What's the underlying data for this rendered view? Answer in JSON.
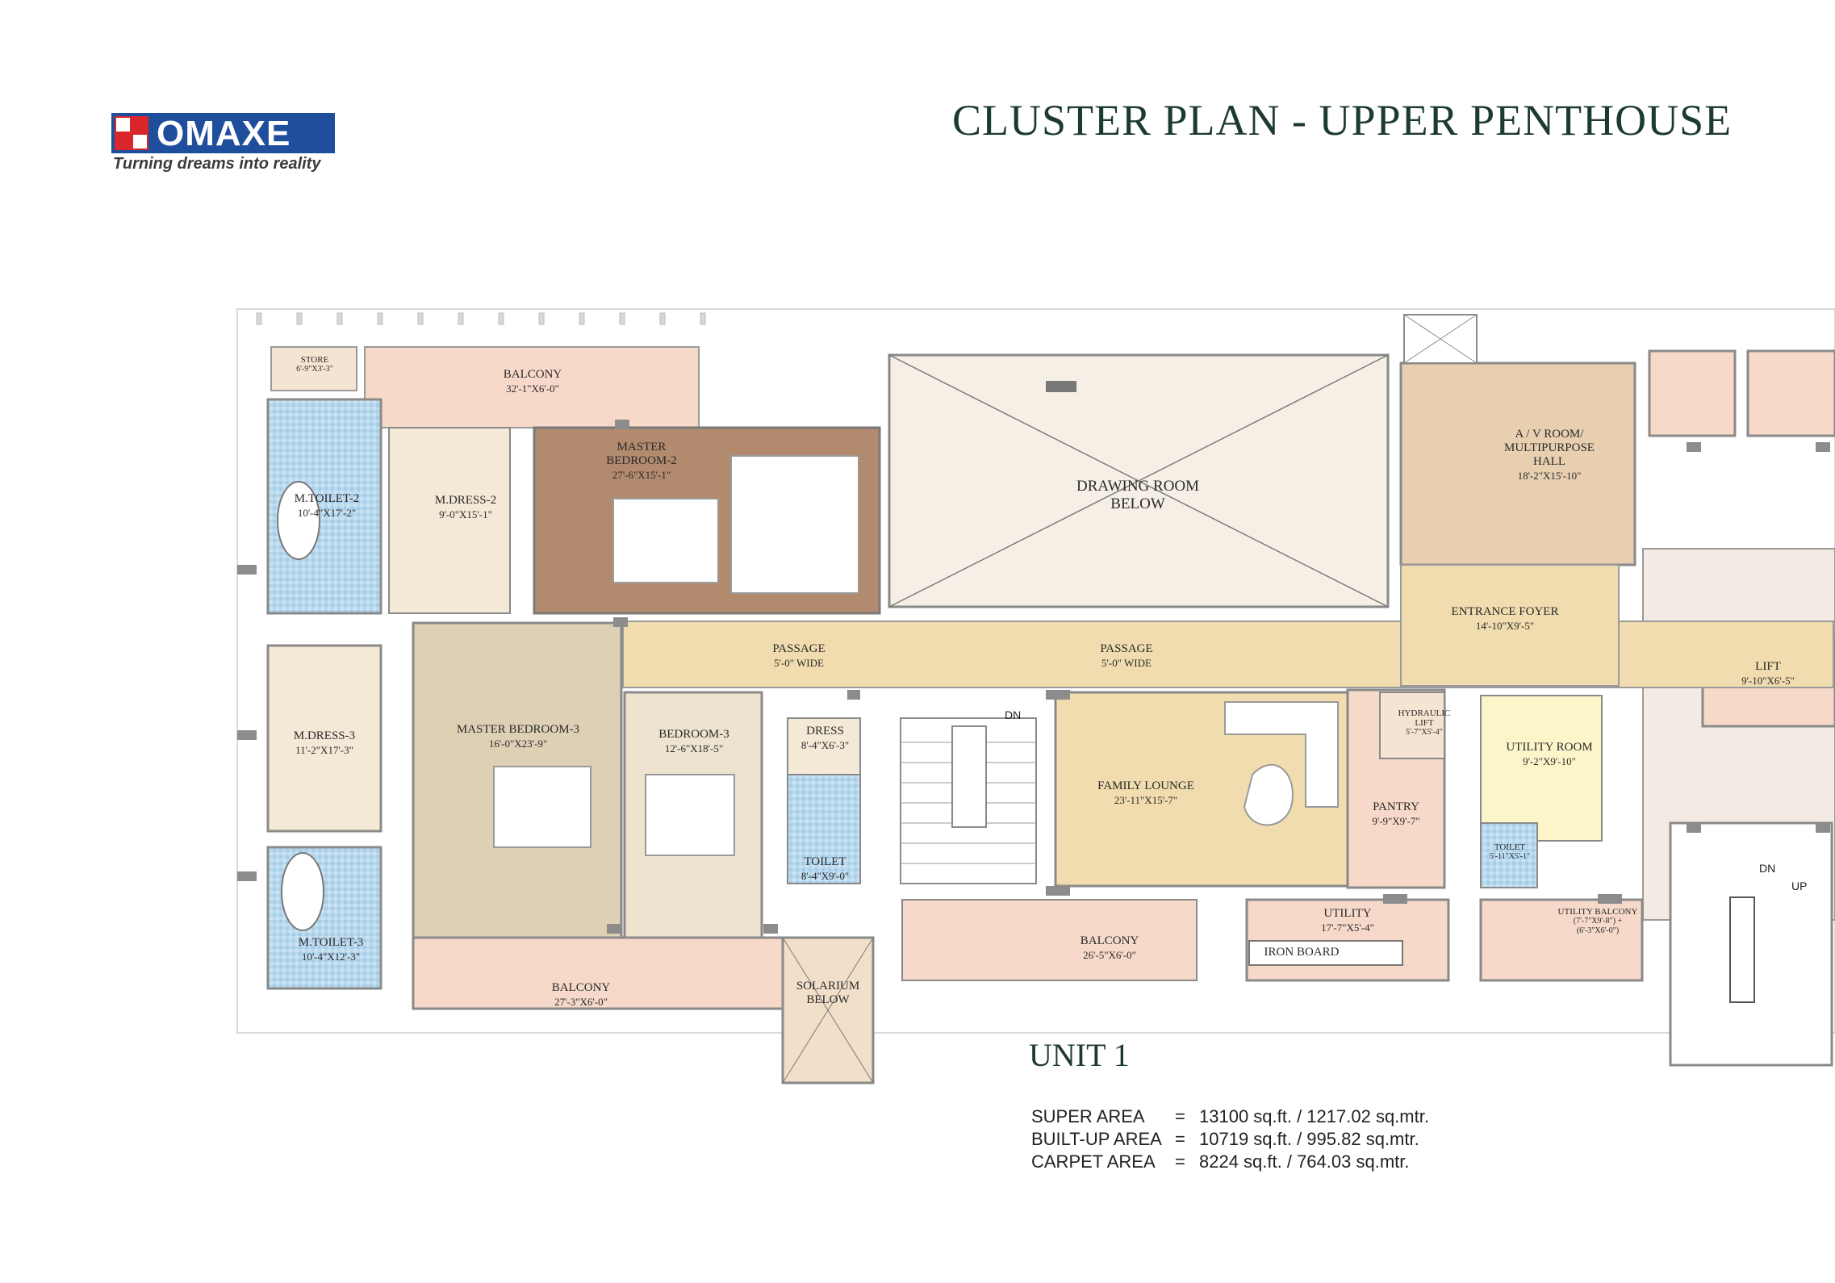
{
  "logo": {
    "wordmark": "OMAXE",
    "tagline": "Turning dreams into reality"
  },
  "title": "CLUSTER PLAN - UPPER PENTHOUSE",
  "rooms": {
    "store": {
      "name": "STORE",
      "dim": "6'-9\"X3'-3\""
    },
    "balcony_top": {
      "name": "BALCONY",
      "dim": "32'-1\"X6'-0\""
    },
    "master_bedroom_2": {
      "name": "MASTER BEDROOM-2",
      "dim": "27'-6\"X15'-1\""
    },
    "m_toilet_2": {
      "name": "M.TOILET-2",
      "dim": "10'-4\"X17'-2\""
    },
    "m_dress_2": {
      "name": "M.DRESS-2",
      "dim": "9'-0\"X15'-1\""
    },
    "drawing_room": {
      "name": "DRAWING ROOM",
      "dim": "BELOW"
    },
    "av_room": {
      "name": "A / V ROOM/ MULTIPURPOSE HALL",
      "dim": "18'-2\"X15'-10\""
    },
    "entrance_foyer": {
      "name": "ENTRANCE FOYER",
      "dim": "14'-10\"X9'-5\""
    },
    "passage_1": {
      "name": "PASSAGE",
      "dim": "5'-0\" WIDE"
    },
    "passage_2": {
      "name": "PASSAGE",
      "dim": "5'-0\" WIDE"
    },
    "lift": {
      "name": "LIFT",
      "dim": "9'-10\"X6'-5\""
    },
    "m_dress_3": {
      "name": "M.DRESS-3",
      "dim": "11'-2\"X17'-3\""
    },
    "master_bedroom_3": {
      "name": "MASTER BEDROOM-3",
      "dim": "16'-0\"X23'-9\""
    },
    "bedroom_3": {
      "name": "BEDROOM-3",
      "dim": "12'-6\"X18'-5\""
    },
    "dress": {
      "name": "DRESS",
      "dim": "8'-4\"X6'-3\""
    },
    "toilet": {
      "name": "TOILET",
      "dim": "8'-4\"X9'-0\""
    },
    "family_lounge": {
      "name": "FAMILY LOUNGE",
      "dim": "23'-11\"X15'-7\""
    },
    "hydraulic_lift": {
      "name": "HYDRAULIC LIFT",
      "dim": "5'-7\"X5'-4\""
    },
    "utility_room": {
      "name": "UTILITY ROOM",
      "dim": "9'-2\"X9'-10\""
    },
    "pantry": {
      "name": "PANTRY",
      "dim": "9'-9\"X9'-7\""
    },
    "toilet_small": {
      "name": "TOILET",
      "dim": "5'-11\"X5'-1\""
    },
    "m_toilet_3": {
      "name": "M.TOILET-3",
      "dim": "10'-4\"X12'-3\""
    },
    "balcony_bottom_left": {
      "name": "BALCONY",
      "dim": "27'-3\"X6'-0\""
    },
    "solarium": {
      "name": "SOLARIUM",
      "dim": "BELOW"
    },
    "balcony_bottom_mid": {
      "name": "BALCONY",
      "dim": "26'-5\"X6'-0\""
    },
    "utility": {
      "name": "UTILITY",
      "dim": "17'-7\"X5'-4\""
    },
    "iron_board": {
      "name": "IRON BOARD",
      "dim": ""
    },
    "utility_balcony": {
      "name": "UTILITY BALCONY",
      "dim": "(7'-7\"X9'-8\") + (6'-3\"X6'-0\")"
    }
  },
  "stair_marks": {
    "dn_1": "DN",
    "dn_2": "DN",
    "up": "UP"
  },
  "unit": "UNIT 1",
  "areas": [
    {
      "label": "SUPER AREA",
      "eq": "=",
      "value": "13100  sq.ft. / 1217.02 sq.mtr."
    },
    {
      "label": "BUILT-UP AREA",
      "eq": "=",
      "value": "10719  sq.ft. / 995.82 sq.mtr."
    },
    {
      "label": "CARPET AREA",
      "eq": "=",
      "value": "8224 sq.ft. / 764.03 sq.mtr."
    }
  ],
  "colors": {
    "brand_blue": "#1f4e9c",
    "brand_red": "#d9262b",
    "title_green": "#1d3b2c",
    "wall": "#7a7a7a",
    "balcony": "#f6d9c9",
    "bedroom_dark": "#b28a6e",
    "bedroom_tan": "#ddd0b4",
    "passage": "#f0dcae",
    "toilet": "#b9d9ee",
    "utility_room": "#fbf5c9"
  }
}
